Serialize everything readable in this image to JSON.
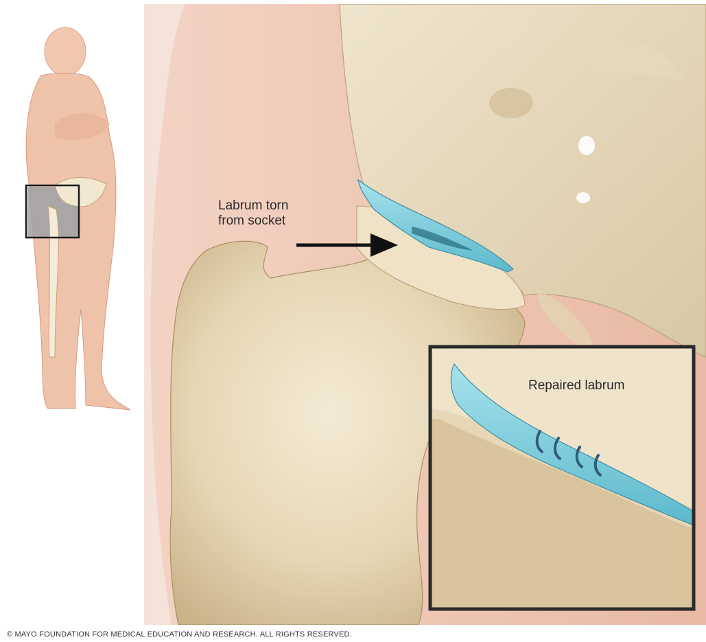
{
  "labels": {
    "torn_line1": "Labrum torn",
    "torn_line2": "from socket",
    "repaired": "Repaired labrum"
  },
  "copyright": "© MAYO FOUNDATION FOR MEDICAL EDUCATION AND RESEARCH. ALL RIGHTS RESERVED.",
  "colors": {
    "skin": "#f0c6b4",
    "bone": "#e9dcbf",
    "bone_shade": "#c9b48c",
    "labrum": "#7fd0de",
    "frame": "#2a2a2a"
  }
}
